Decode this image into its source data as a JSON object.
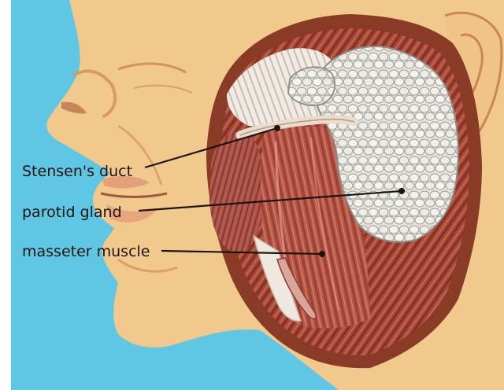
{
  "labels": [
    {
      "id": "stensens-duct",
      "text": "Stensen's duct"
    },
    {
      "id": "parotid-gland",
      "text": "parotid gland"
    },
    {
      "id": "masseter-muscle",
      "text": "masseter muscle"
    }
  ],
  "colors": {
    "background": "#5fc6e3",
    "skin": "#f2c98c",
    "skin_shadow": "#e1a76e",
    "dissection_border": "#8a3b26",
    "muscle": "#b75b48",
    "muscle_dark": "#8f3627",
    "muscle_light": "#d98b76",
    "tendon": "#eee6dc",
    "gland": "#e8e5df",
    "gland_outline": "#9a9a94",
    "ink": "#1b1410"
  }
}
